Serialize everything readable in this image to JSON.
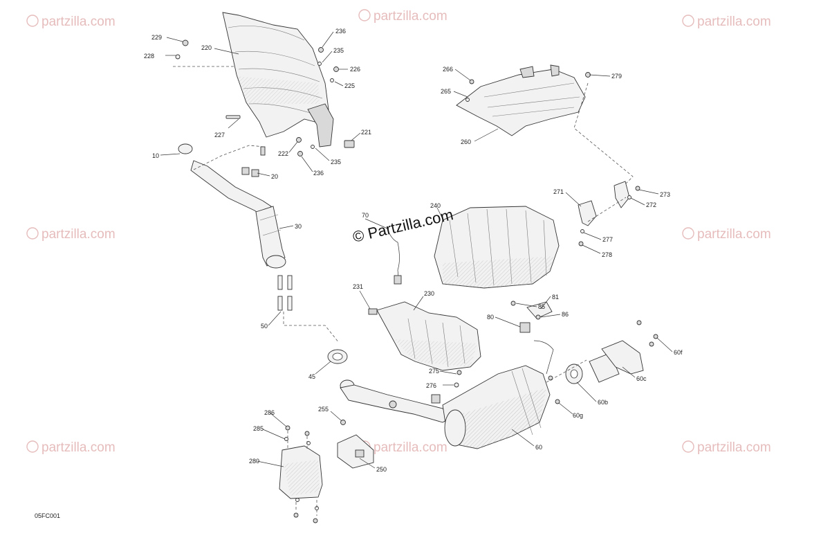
{
  "diagram": {
    "figure_code": "05FC001",
    "center_watermark": "© Partzilla.com",
    "corner_watermark": "partzilla.com",
    "colors": {
      "watermark": "#e6bcbc",
      "ink": "#222222",
      "part_fill": "#f2f2f2"
    },
    "callouts": {
      "c229": "229",
      "c228": "228",
      "c220": "220",
      "c236a": "236",
      "c235a": "235",
      "c226": "226",
      "c225": "225",
      "c227": "227",
      "c221": "221",
      "c222": "222",
      "c235b": "235",
      "c236b": "236",
      "c10": "10",
      "c20": "20",
      "c30": "30",
      "c50": "50",
      "c45": "45",
      "c70": "70",
      "c240": "240",
      "c231": "231",
      "c230": "230",
      "c275": "275",
      "c276": "276",
      "c255": "255",
      "c250": "250",
      "c286": "286",
      "c285": "285",
      "c280": "280",
      "c60": "60",
      "c80": "80",
      "c85": "85",
      "c81": "81",
      "c86": "86",
      "c60f": "60f",
      "c60c": "60c",
      "c60b": "60b",
      "c60g": "60g",
      "c266": "266",
      "c265": "265",
      "c260": "260",
      "c279": "279",
      "c271": "271",
      "c273": "273",
      "c272": "272",
      "c277": "277",
      "c278": "278"
    }
  }
}
